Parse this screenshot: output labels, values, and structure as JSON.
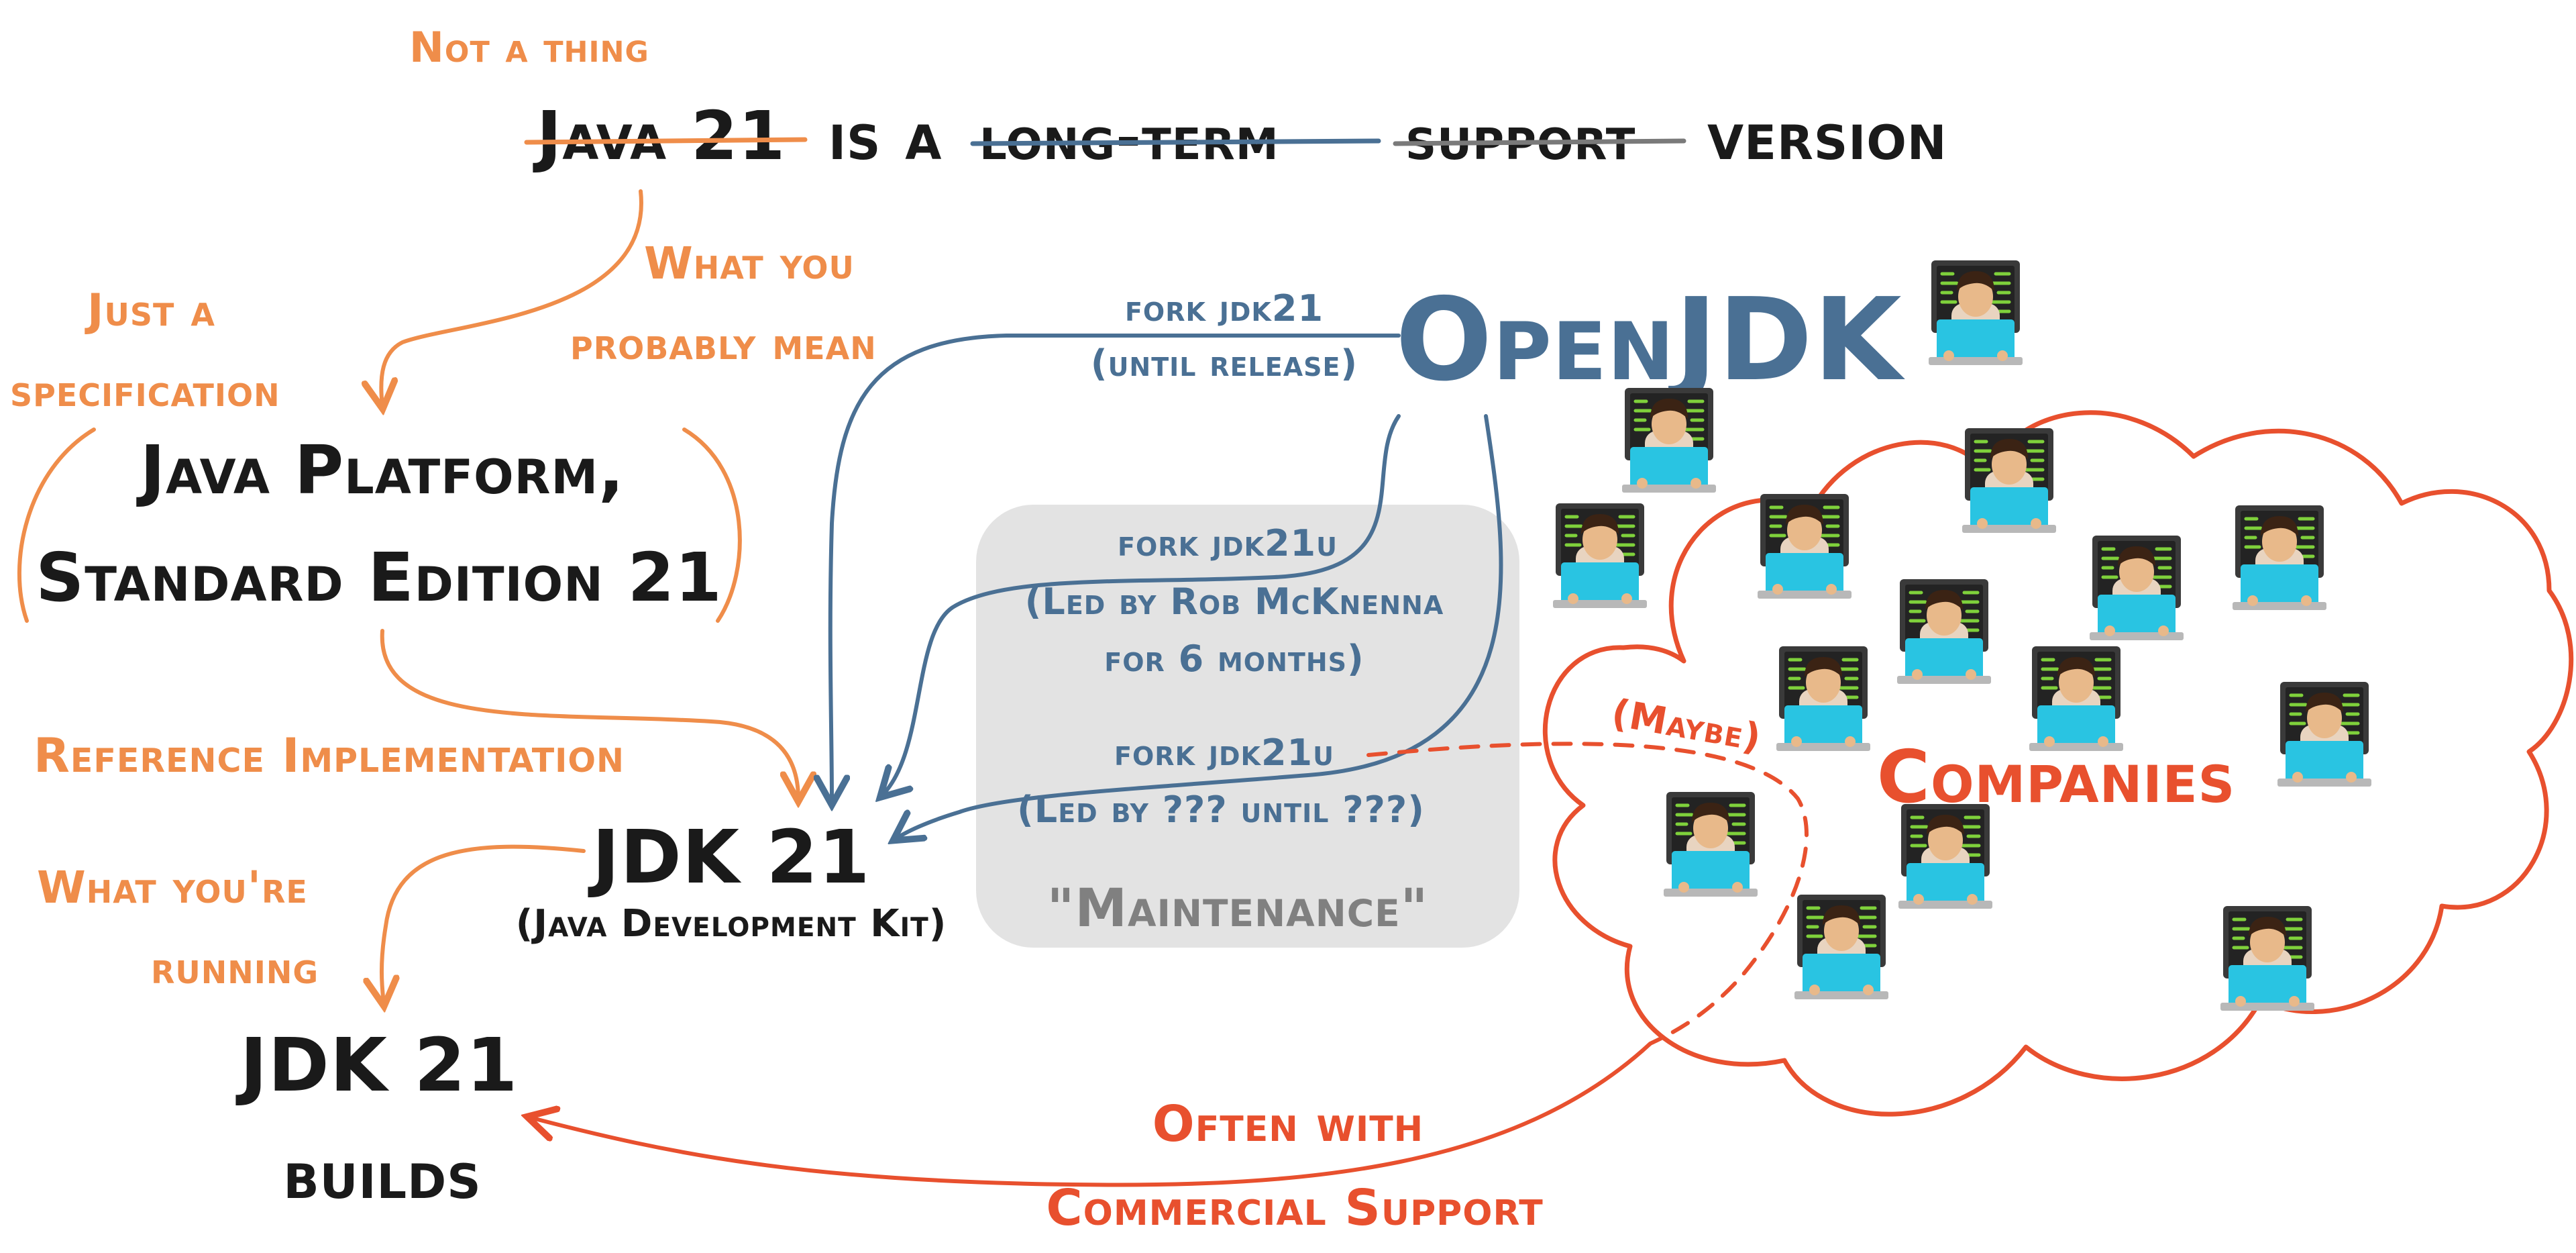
{
  "colors": {
    "black": "#1a1a1a",
    "orange": "#ef8d4a",
    "blue": "#4a7094",
    "red": "#e8502e",
    "gray_text": "#808080",
    "gray_box": "#e3e3e3",
    "strike_gray": "#7a7a7a"
  },
  "texts": {
    "not_a_thing": "Not a thing",
    "title_java21": "Java 21",
    "title_is_a": "is a",
    "title_long_term": "long-term",
    "title_support": "support",
    "title_version": "version",
    "what_you_mean_1": "What you",
    "what_you_mean_2": "probably mean",
    "just_a_1": "Just a",
    "just_a_2": "specification",
    "platform_1": "Java Platform,",
    "platform_2": "Standard Edition 21",
    "reference_impl": "Reference Implementation",
    "jdk21": "JDK 21",
    "jdk21_sub": "(Java Development Kit)",
    "running_1": "What you're",
    "running_2": "running",
    "builds_1": "JDK 21",
    "builds_2": "builds",
    "openjdk": "OpenJDK",
    "fork1_1": "fork jdk21",
    "fork1_2": "(until release)",
    "fork2_1": "fork jdk21u",
    "fork2_2": "(Led by Rob McKnenna",
    "fork2_3": "for 6 months)",
    "fork3_1": "fork jdk21u",
    "fork3_2": "(Led by ??? until ???)",
    "maintenance": "\"Maintenance\"",
    "maybe": "(Maybe)",
    "companies": "Companies",
    "often_1": "Often with",
    "often_2": "Commercial Support"
  },
  "icons": {
    "developer": "technologist-icon",
    "skin_tones": [
      "#e8b98a",
      "#b5825a",
      "#5a3b28",
      "#a36a44",
      "#f3d7c2",
      "#8a5636",
      "#d8a878"
    ]
  }
}
